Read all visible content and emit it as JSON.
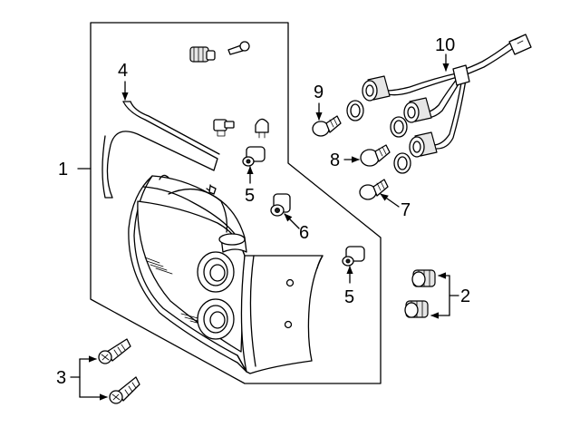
{
  "title": "Tail Lamp Assembly Components",
  "callouts": [
    {
      "id": "1",
      "label": "1"
    },
    {
      "id": "2",
      "label": "2"
    },
    {
      "id": "3",
      "label": "3"
    },
    {
      "id": "4",
      "label": "4"
    },
    {
      "id": "5a",
      "label": "5"
    },
    {
      "id": "5b",
      "label": "5"
    },
    {
      "id": "6",
      "label": "6"
    },
    {
      "id": "7",
      "label": "7"
    },
    {
      "id": "8",
      "label": "8"
    },
    {
      "id": "9",
      "label": "9"
    },
    {
      "id": "10",
      "label": "10"
    }
  ]
}
